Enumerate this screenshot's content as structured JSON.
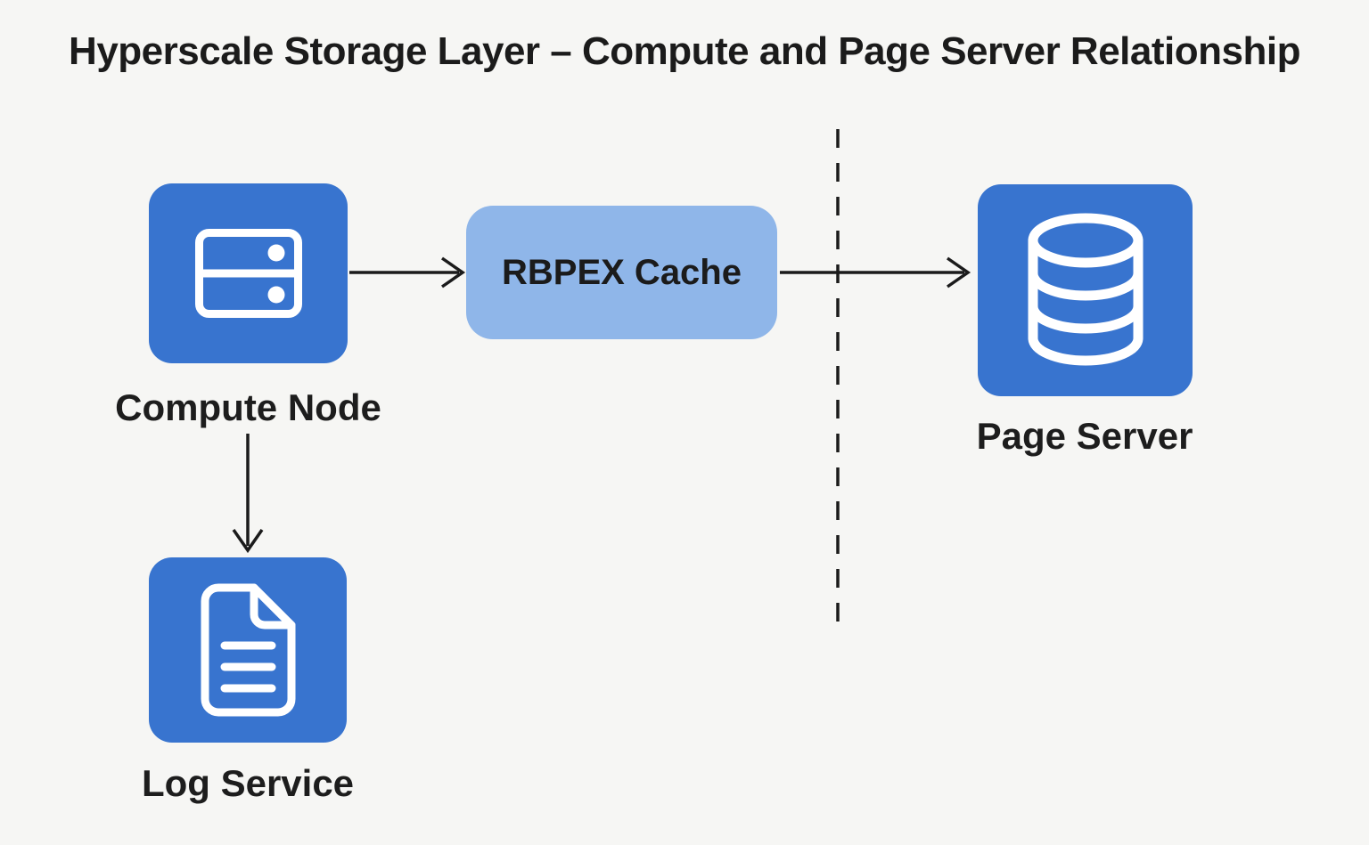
{
  "title": "Hyperscale Storage Layer – Compute and Page Server Relationship",
  "colors": {
    "background": "#f6f6f4",
    "node_blue": "#3874cf",
    "cache_blue": "#8fb6e9",
    "ink": "#1b1b1b",
    "icon_white": "#ffffff"
  },
  "nodes": {
    "compute_node": {
      "label": "Compute Node",
      "icon": "server-icon"
    },
    "rbpex_cache": {
      "label": "RBPEX Cache"
    },
    "page_server": {
      "label": "Page Server",
      "icon": "database-icon"
    },
    "log_service": {
      "label": "Log Service",
      "icon": "document-icon"
    }
  },
  "edges": [
    {
      "from": "compute_node",
      "to": "rbpex_cache",
      "direction": "right"
    },
    {
      "from": "rbpex_cache",
      "to": "page_server",
      "direction": "right"
    },
    {
      "from": "compute_node",
      "to": "log_service",
      "direction": "down"
    }
  ],
  "divider": {
    "style": "dashed-vertical-line"
  }
}
